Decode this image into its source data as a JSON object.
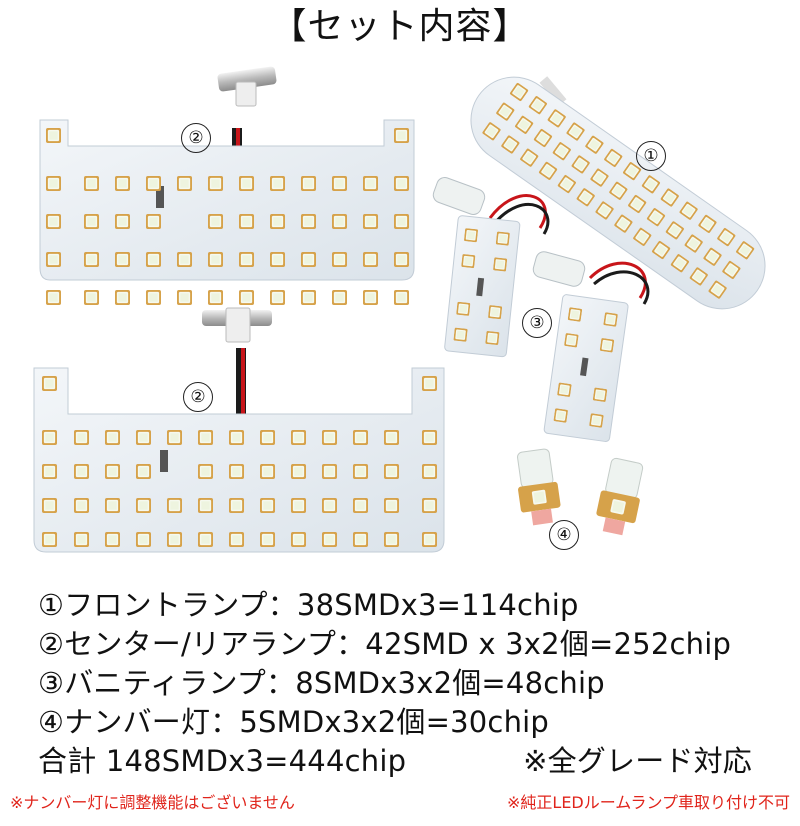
{
  "title": "【セット内容】",
  "labels": {
    "front": "①",
    "center_top": "②",
    "center_bottom": "②",
    "vanity": "③",
    "number": "④"
  },
  "specs": [
    "①フロントランプ：38SMDx3=114chip",
    "②センター/リアランプ：42SMD x 3x2個=252chip",
    "③バニティランプ：8SMDx3x2個=48chip",
    "④ナンバー灯：5SMDx3x2個=30chip"
  ],
  "total": {
    "text": "合計 148SMDx3=444chip",
    "compat": "※全グレード対応"
  },
  "notes": {
    "left": "※ナンバー灯に調整機能はございません",
    "right": "※純正LEDルームランプ車取り付け不可"
  },
  "colors": {
    "board": "#e7edf3",
    "led_frame": "#d8a84a",
    "led_face": "#f4f7ee",
    "wire_red": "#c8151a",
    "wire_black": "#1b1b1b",
    "note_red": "#e0241b"
  }
}
